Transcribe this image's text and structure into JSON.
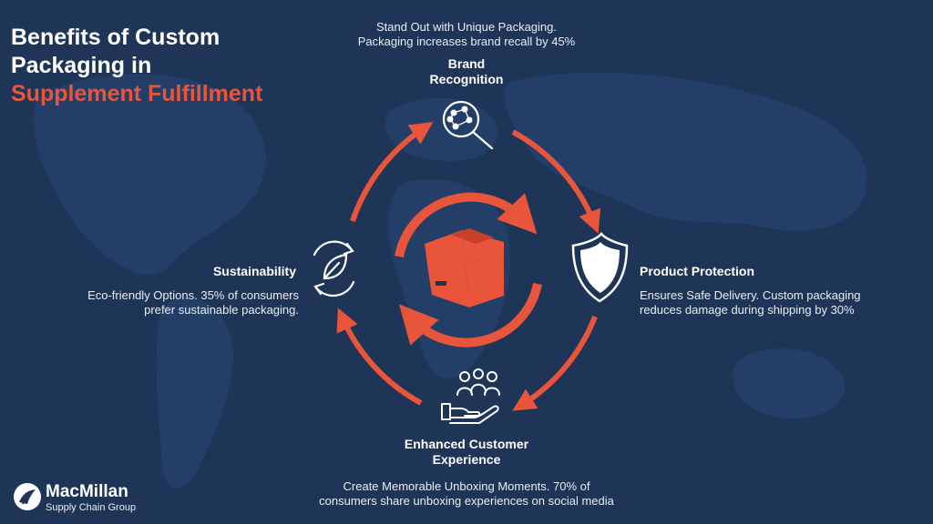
{
  "title": {
    "line1": "Benefits of Custom",
    "line2": "Packaging in",
    "line3": "Supplement Fulfillment"
  },
  "cycle": {
    "brand": {
      "heading_line1": "Brand",
      "heading_line2": "Recognition",
      "desc_line1": "Stand Out with Unique Packaging.",
      "desc_line2": "Packaging increases brand recall by 45%",
      "icon": "magnifier-network-icon"
    },
    "protection": {
      "heading": "Product Protection",
      "desc_line1": "Ensures Safe Delivery. Custom packaging",
      "desc_line2": "reduces damage during shipping by 30%",
      "icon": "shield-icon"
    },
    "experience": {
      "heading_line1": "Enhanced Customer",
      "heading_line2": "Experience",
      "desc_line1": "Create Memorable Unboxing Moments. 70% of",
      "desc_line2": "consumers share unboxing experiences on social media",
      "icon": "hand-people-icon"
    },
    "sustainability": {
      "heading": "Sustainability",
      "desc_line1": "Eco-friendly Options. 35% of consumers",
      "desc_line2": "prefer sustainable packaging.",
      "icon": "recycle-leaf-icon"
    }
  },
  "center_icon": "package-box-icon",
  "logo": {
    "name": "MacMillan",
    "sub": "Supply Chain Group"
  },
  "colors": {
    "background": "#1f3558",
    "accent": "#e8553a",
    "text": "#ffffff"
  }
}
